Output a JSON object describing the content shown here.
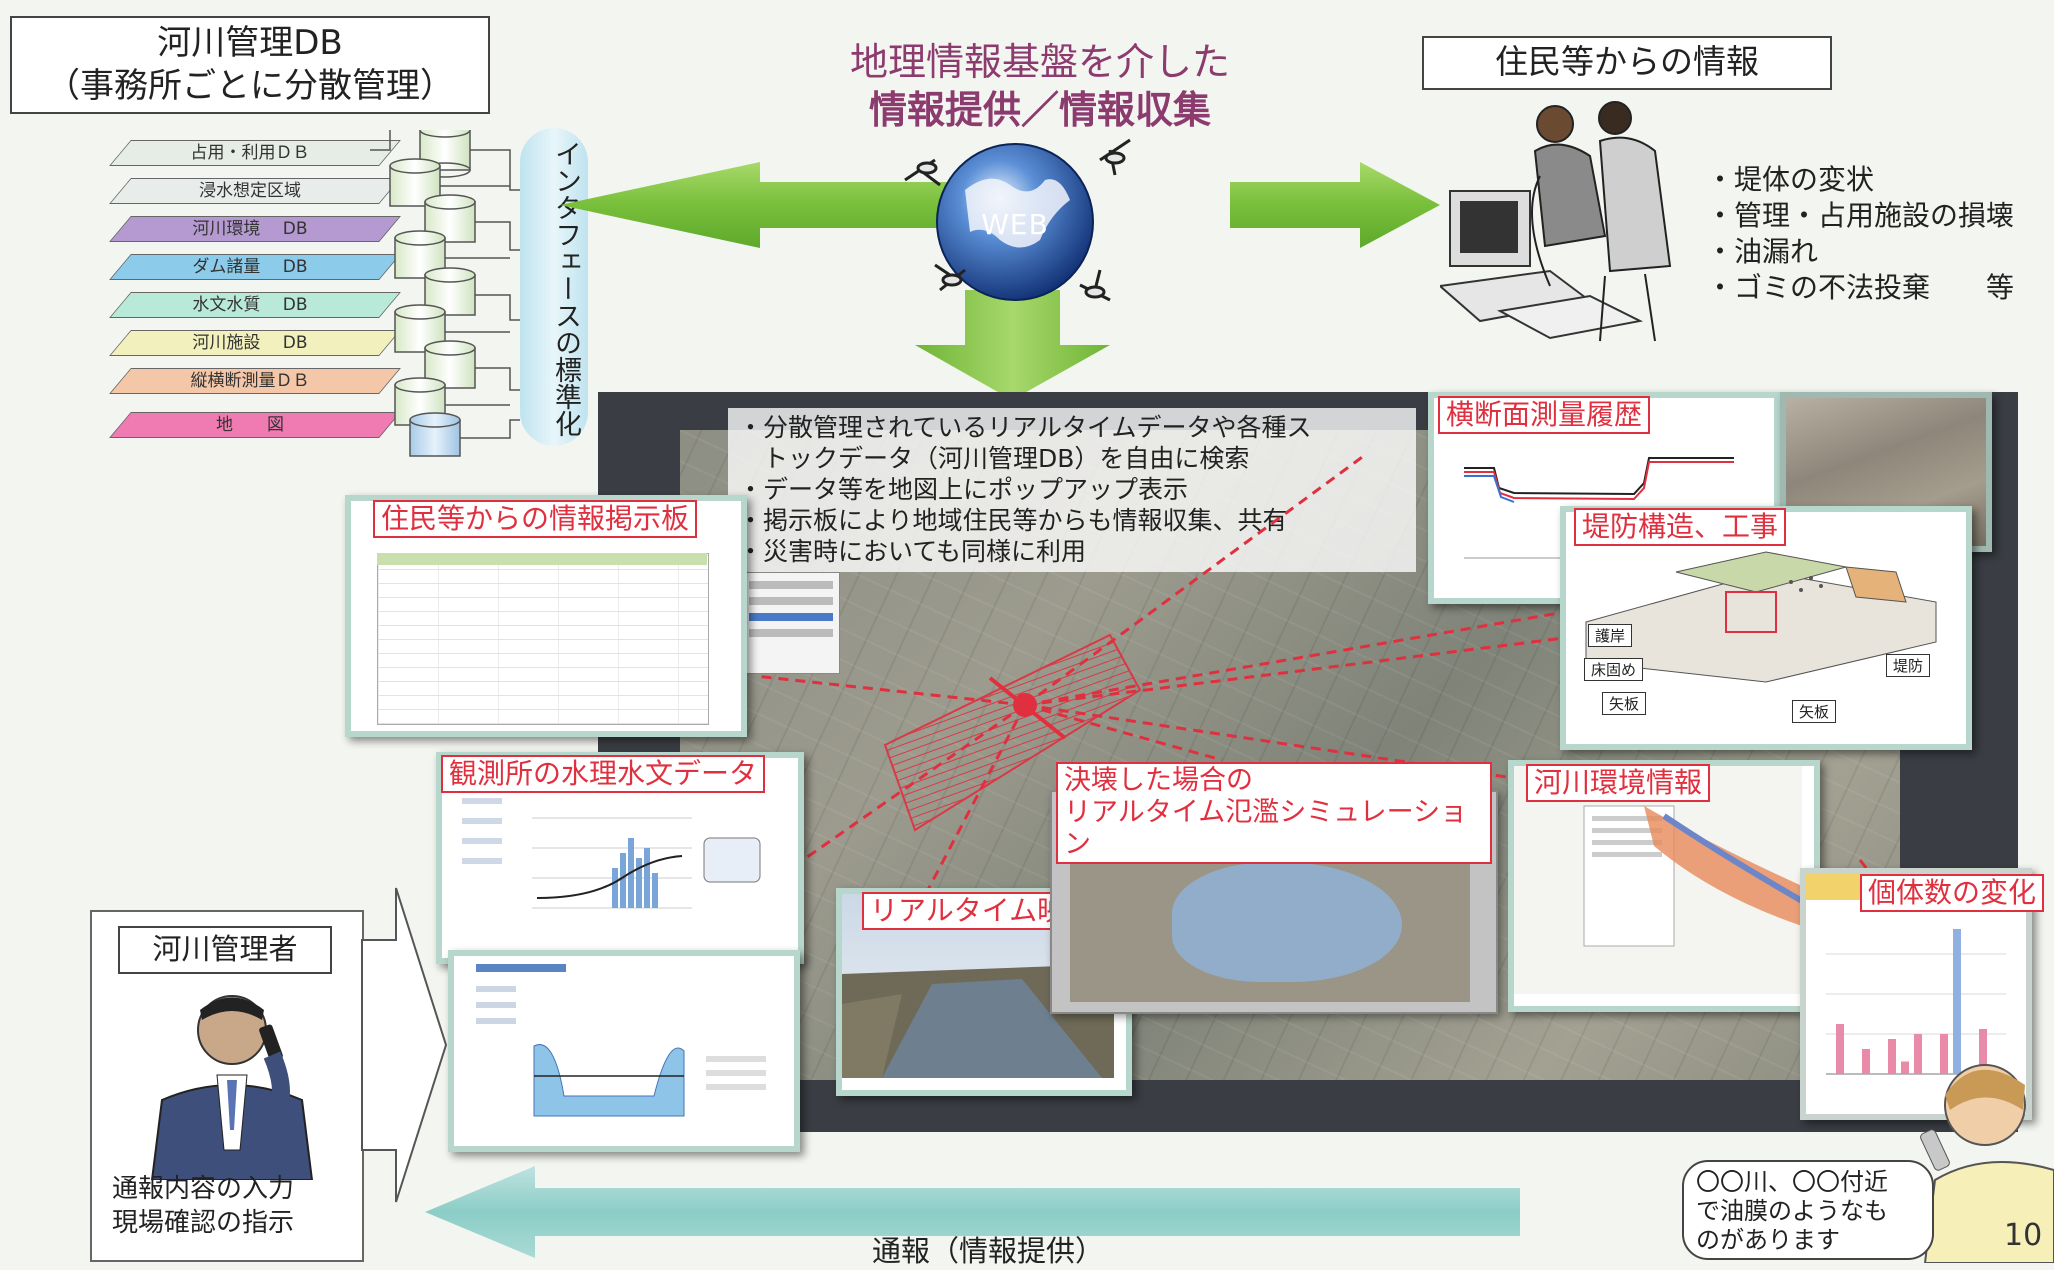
{
  "top_left_title": {
    "line1": "河川管理DB",
    "line2": "（事務所ごとに分散管理）"
  },
  "db_layers": [
    {
      "label": "占用・利用ＤＢ",
      "color": "#e6ece6"
    },
    {
      "label": "浸水想定区域",
      "color": "#e8ecea"
    },
    {
      "label": "河川環境　 DB",
      "color": "#b49ad0"
    },
    {
      "label": "ダム諸量　 DB",
      "color": "#8ccbe9"
    },
    {
      "label": "水文水質　 DB",
      "color": "#b9ead9"
    },
    {
      "label": "河川施設　 DB",
      "color": "#f2f0bd"
    },
    {
      "label": "縦横断測量ＤＢ",
      "color": "#f3c7a7"
    },
    {
      "label": "地　　図",
      "color": "#f07ab2"
    }
  ],
  "interface_label": "インタフェースの標準化",
  "center_title": {
    "line1": "地理情報基盤を介した",
    "line2": "情報提供／情報収集"
  },
  "globe_label": "WEB",
  "resident_title": "住民等からの情報",
  "resident_items": [
    "・堤体の変状",
    "・管理・占用施設の損壊",
    "・油漏れ",
    "・ゴミの不法投棄　　等"
  ],
  "features": [
    "・分散管理されているリアルタイムデータや各種ス",
    "　トックデータ（河川管理DB）を自由に検索",
    "・データ等を地図上にポップアップ表示",
    "・掲示板により地域住民等からも情報収集、共有",
    "・災害時においても同様に利用"
  ],
  "panels": {
    "bulletin": "住民等からの情報掲示板",
    "observation": "観測所の水理水文データ",
    "camera": "リアルタイム映像",
    "flood_sim": "決壊した場合の\nリアルタイム氾濫シミュレーション",
    "cross_section": "横断面測量履歴",
    "levee": "堤防構造、工事",
    "environment": "河川環境情報",
    "population": "個体数の変化"
  },
  "levee_parts": [
    "護岸",
    "床固め",
    "矢板",
    "堤防",
    "矢板"
  ],
  "manager": {
    "title": "河川管理者",
    "line1": "通報内容の入力",
    "line2": "現場確認の指示"
  },
  "bottom_arrow_label": "通報（情報提供）",
  "speech": {
    "line1": "〇〇川、〇〇付近",
    "line2": "で油膜のようなも",
    "line3": "のがあります"
  },
  "page_number": "10",
  "population_bars": [
    1.0,
    0.0,
    0.5,
    0.0,
    0.7,
    0.25,
    0.8,
    0.0,
    0.8,
    2.9,
    0.0,
    0.9
  ]
}
